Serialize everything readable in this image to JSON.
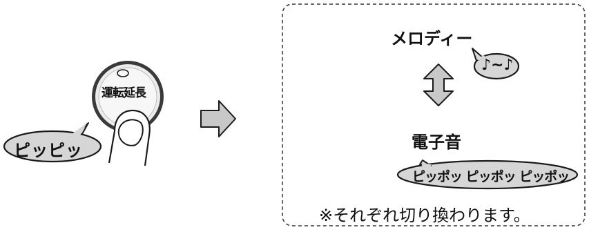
{
  "left": {
    "beep_bubble": "ピッピッ",
    "button": {
      "icon_glyph": "○♪",
      "label": "運転延長"
    }
  },
  "right": {
    "melody_label": "メロディー",
    "melody_bubble": "♪~♪",
    "beep_label": "電子音",
    "beep_bubble": "ピッポッ ピッポッ ピッポッ",
    "note": "※それぞれ切り換わります。"
  },
  "colors": {
    "arrow_fill": "#c8c8c8",
    "bubble_fill": "#d6d6d6",
    "button_fill": "#e9e9e9",
    "line": "#1a1a1a",
    "dashed_border": "#333333"
  }
}
